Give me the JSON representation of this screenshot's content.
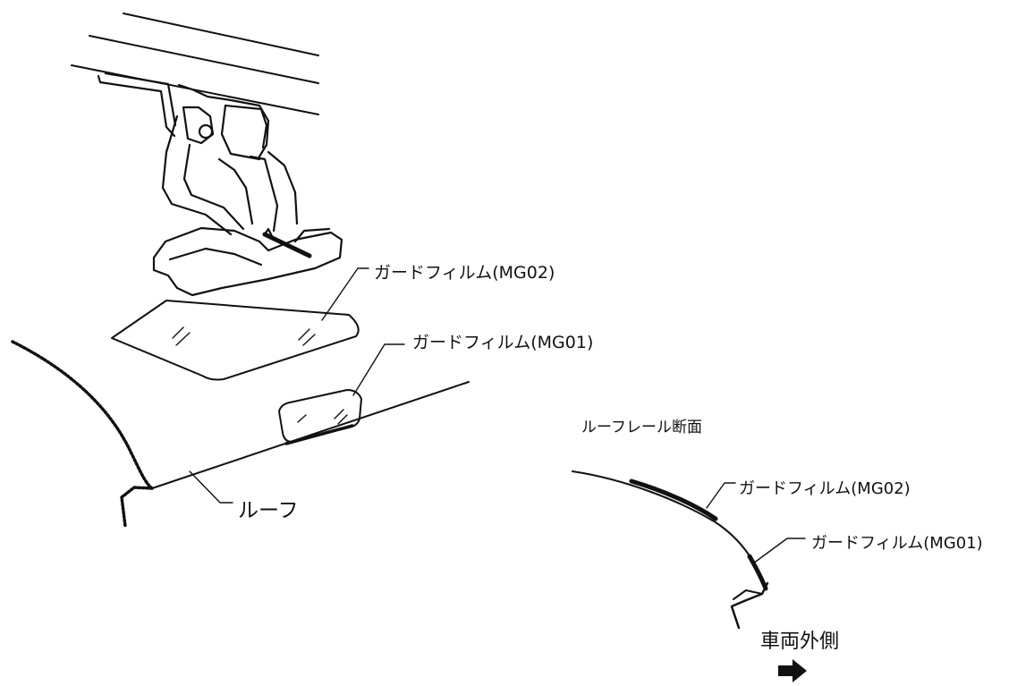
{
  "labels": {
    "guard_film_mg02_top": "ガードフィルム(MG02)",
    "guard_film_mg01_top": "ガードフィルム(MG01)",
    "roof": "ルーフ",
    "roof_rail_section": "ルーフレール断面",
    "guard_film_mg02_section": "ガードフィルム(MG02)",
    "guard_film_mg01_section": "ガードフィルム(MG01)",
    "vehicle_outside": "車両外側"
  },
  "colors": {
    "line": "#111111",
    "background": "#ffffff"
  },
  "icons": {
    "direction_arrow": "right-arrow-icon"
  }
}
